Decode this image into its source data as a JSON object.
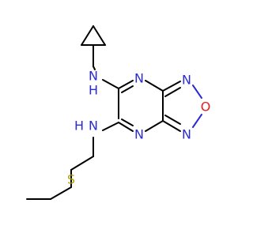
{
  "atoms": [
    {
      "id": "nh-cyclopropyl",
      "text": "N",
      "h": "H",
      "color": "#2b2bd6"
    },
    {
      "id": "nh-ethyl",
      "text": "N",
      "h": "H",
      "color": "#2b2bd6"
    },
    {
      "id": "n-pyrazine-top",
      "text": "N",
      "color": "#2b2bd6"
    },
    {
      "id": "n-pyrazine-bottom",
      "text": "N",
      "color": "#2b2bd6"
    },
    {
      "id": "n-furazan-top",
      "text": "N",
      "color": "#2b2bd6"
    },
    {
      "id": "n-furazan-bottom",
      "text": "N",
      "color": "#2b2bd6"
    },
    {
      "id": "o-furazan",
      "text": "O",
      "color": "#e02020"
    },
    {
      "id": "s-thioether",
      "text": "S",
      "color": "#b8a300"
    }
  ]
}
